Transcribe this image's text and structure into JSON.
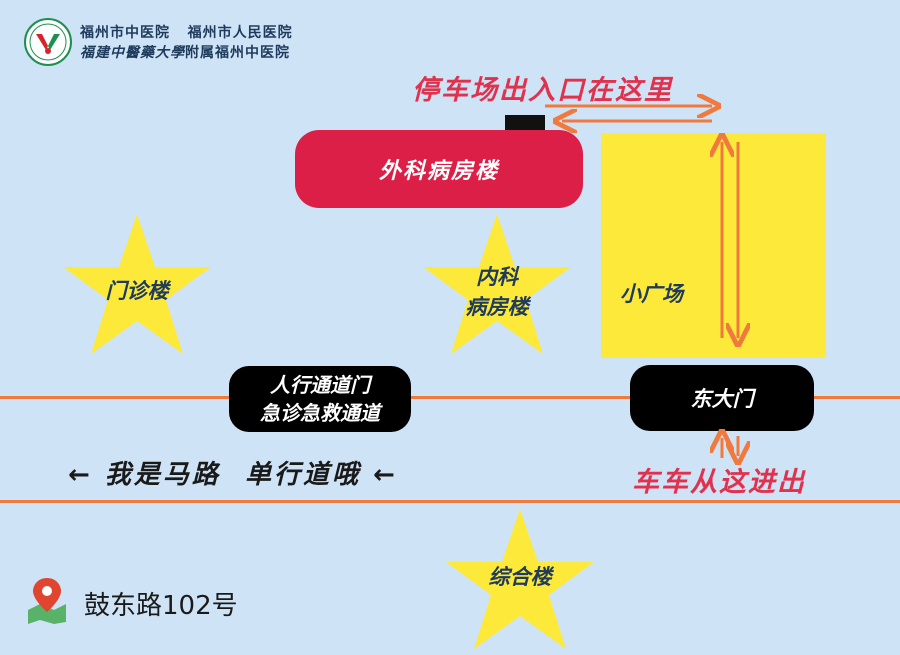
{
  "header": {
    "line1_a": "福州市中医院",
    "line1_b": "福州市人民医院",
    "line2_a": "福建中醫藥大學",
    "line2_b": "附属福州中医院"
  },
  "parking": {
    "label": "停车场出入口在这里"
  },
  "buildings": {
    "surgery": "外科病房楼",
    "plaza": "小广场",
    "outpatient": "门诊楼",
    "internal_line1": "内科",
    "internal_line2": "病房楼",
    "general": "综合楼"
  },
  "gates": {
    "pedestrian_line1": "人行通道门",
    "pedestrian_line2": "急诊急救通道",
    "east": "东大门"
  },
  "road": {
    "arrow_left": "←",
    "text": "我是马路  单行道哦",
    "arrow_right": "←"
  },
  "cars": {
    "label": "车车从这进出"
  },
  "address": {
    "text": "鼓东路102号"
  },
  "colors": {
    "background": "#cfe3f7",
    "surgery": "#dc1f46",
    "plaza": "#fde93a",
    "star": "#fde93a",
    "road_line": "#f07a3e",
    "accent_red": "#e0314d",
    "label_navy": "#1f3b5c"
  },
  "icons": {
    "logo": "hospital-logo-icon",
    "pin": "location-pin-icon"
  }
}
